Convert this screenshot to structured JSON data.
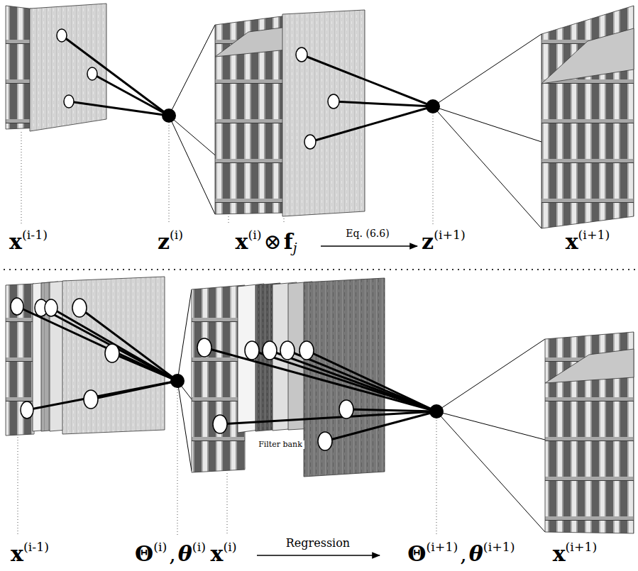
{
  "diagram": {
    "labels": [
      "x(i-1)",
      "z(i)",
      "x(i)⊗fj",
      "Eq. (6.6)",
      "z(i+1)",
      "x(i+1)",
      "Filter bank",
      "x(i-1)",
      "Θ(i),θ(i)",
      "x(i)",
      "Regression",
      "Θ(i+1),θ(i+1)",
      "x(i+1)"
    ]
  }
}
